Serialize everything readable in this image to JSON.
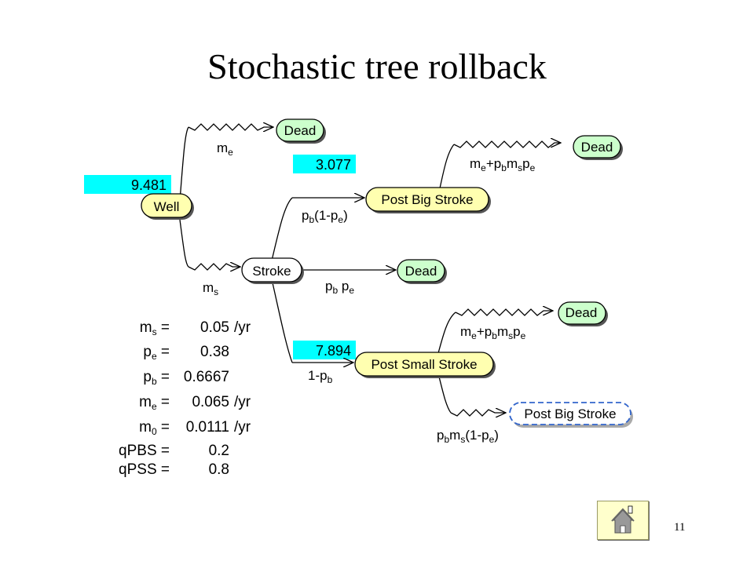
{
  "title": "Stochastic tree rollback",
  "page_number": "11",
  "values": {
    "well": "9.481",
    "post_big_stroke": "3.077",
    "post_small_stroke": "7.894"
  },
  "nodes": {
    "well": "Well",
    "stroke": "Stroke",
    "post_big_stroke": "Post Big Stroke",
    "post_small_stroke": "Post Small Stroke",
    "post_big_stroke_link": "Post Big Stroke",
    "dead": "Dead"
  },
  "edges": {
    "well_dead": "m<sub>e</sub>",
    "well_stroke": "m<sub>s</sub>",
    "stroke_pbs": "p<sub>b</sub>(1-p<sub>e</sub>)",
    "stroke_dead": "p<sub>b</sub> p<sub>e</sub>",
    "stroke_pss": "1-p<sub>b</sub>",
    "pbs_dead": "m<sub>e</sub>+p<sub>b</sub>m<sub>s</sub>p<sub>e</sub>",
    "pss_dead": "m<sub>e</sub>+p<sub>b</sub>m<sub>s</sub>p<sub>e</sub>",
    "pss_pbs": "p<sub>b</sub>m<sub>s</sub>(1-p<sub>e</sub>)"
  },
  "parameters": [
    {
      "name": "m<sub>s</sub> =",
      "value": "0.05",
      "unit": "/yr"
    },
    {
      "name": "p<sub>e</sub> =",
      "value": "0.38",
      "unit": ""
    },
    {
      "name": "p<sub>b</sub> =",
      "value": "0.6667",
      "unit": ""
    },
    {
      "name": "m<sub>e</sub> =",
      "value": "0.065",
      "unit": "/yr"
    },
    {
      "name": "m<sub>0</sub> =",
      "value": "0.0111",
      "unit": "/yr"
    },
    {
      "name": "qPBS =",
      "value": "0.2",
      "unit": ""
    },
    {
      "name": "qPSS =",
      "value": "0.8",
      "unit": ""
    }
  ],
  "colors": {
    "value_box": "#00ffff",
    "yellow_node": "#ffffb0",
    "green_node": "#ccffcc",
    "link_border": "#3366cc"
  },
  "icons": {
    "home": "home-icon"
  }
}
